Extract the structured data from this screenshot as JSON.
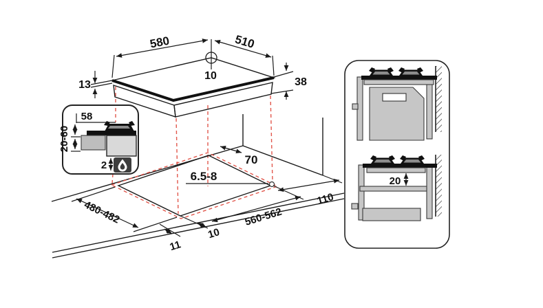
{
  "title": "Gas hob installation dimensions diagram",
  "colors": {
    "line": "#1a1a1a",
    "projection_red": "#e2574c",
    "cabinet_gray": "#c6c6c6",
    "dark": "#3d3d3d"
  },
  "hob_top_view": {
    "width_mm": "580",
    "depth_mm": "510",
    "hole_offset_mm": "10",
    "glass_edge_mm": "13",
    "body_height_mm": "38"
  },
  "worktop_cutout": {
    "length_mm": "560-562",
    "depth_mm": "480-482",
    "rear_clearance_mm": "70",
    "side_clearance_mm": "110",
    "front_overhang_mm": "11",
    "side_overhang_mm": "10",
    "fixing_hole_mm": "6.5-8"
  },
  "section_detail": {
    "edge_clearance_mm": "58",
    "worktop_thickness_mm": "20-60",
    "bottom_gap_mm": "2",
    "icon": "gas-flame-icon"
  },
  "side_views": {
    "shelf_clearance_mm": "20"
  }
}
